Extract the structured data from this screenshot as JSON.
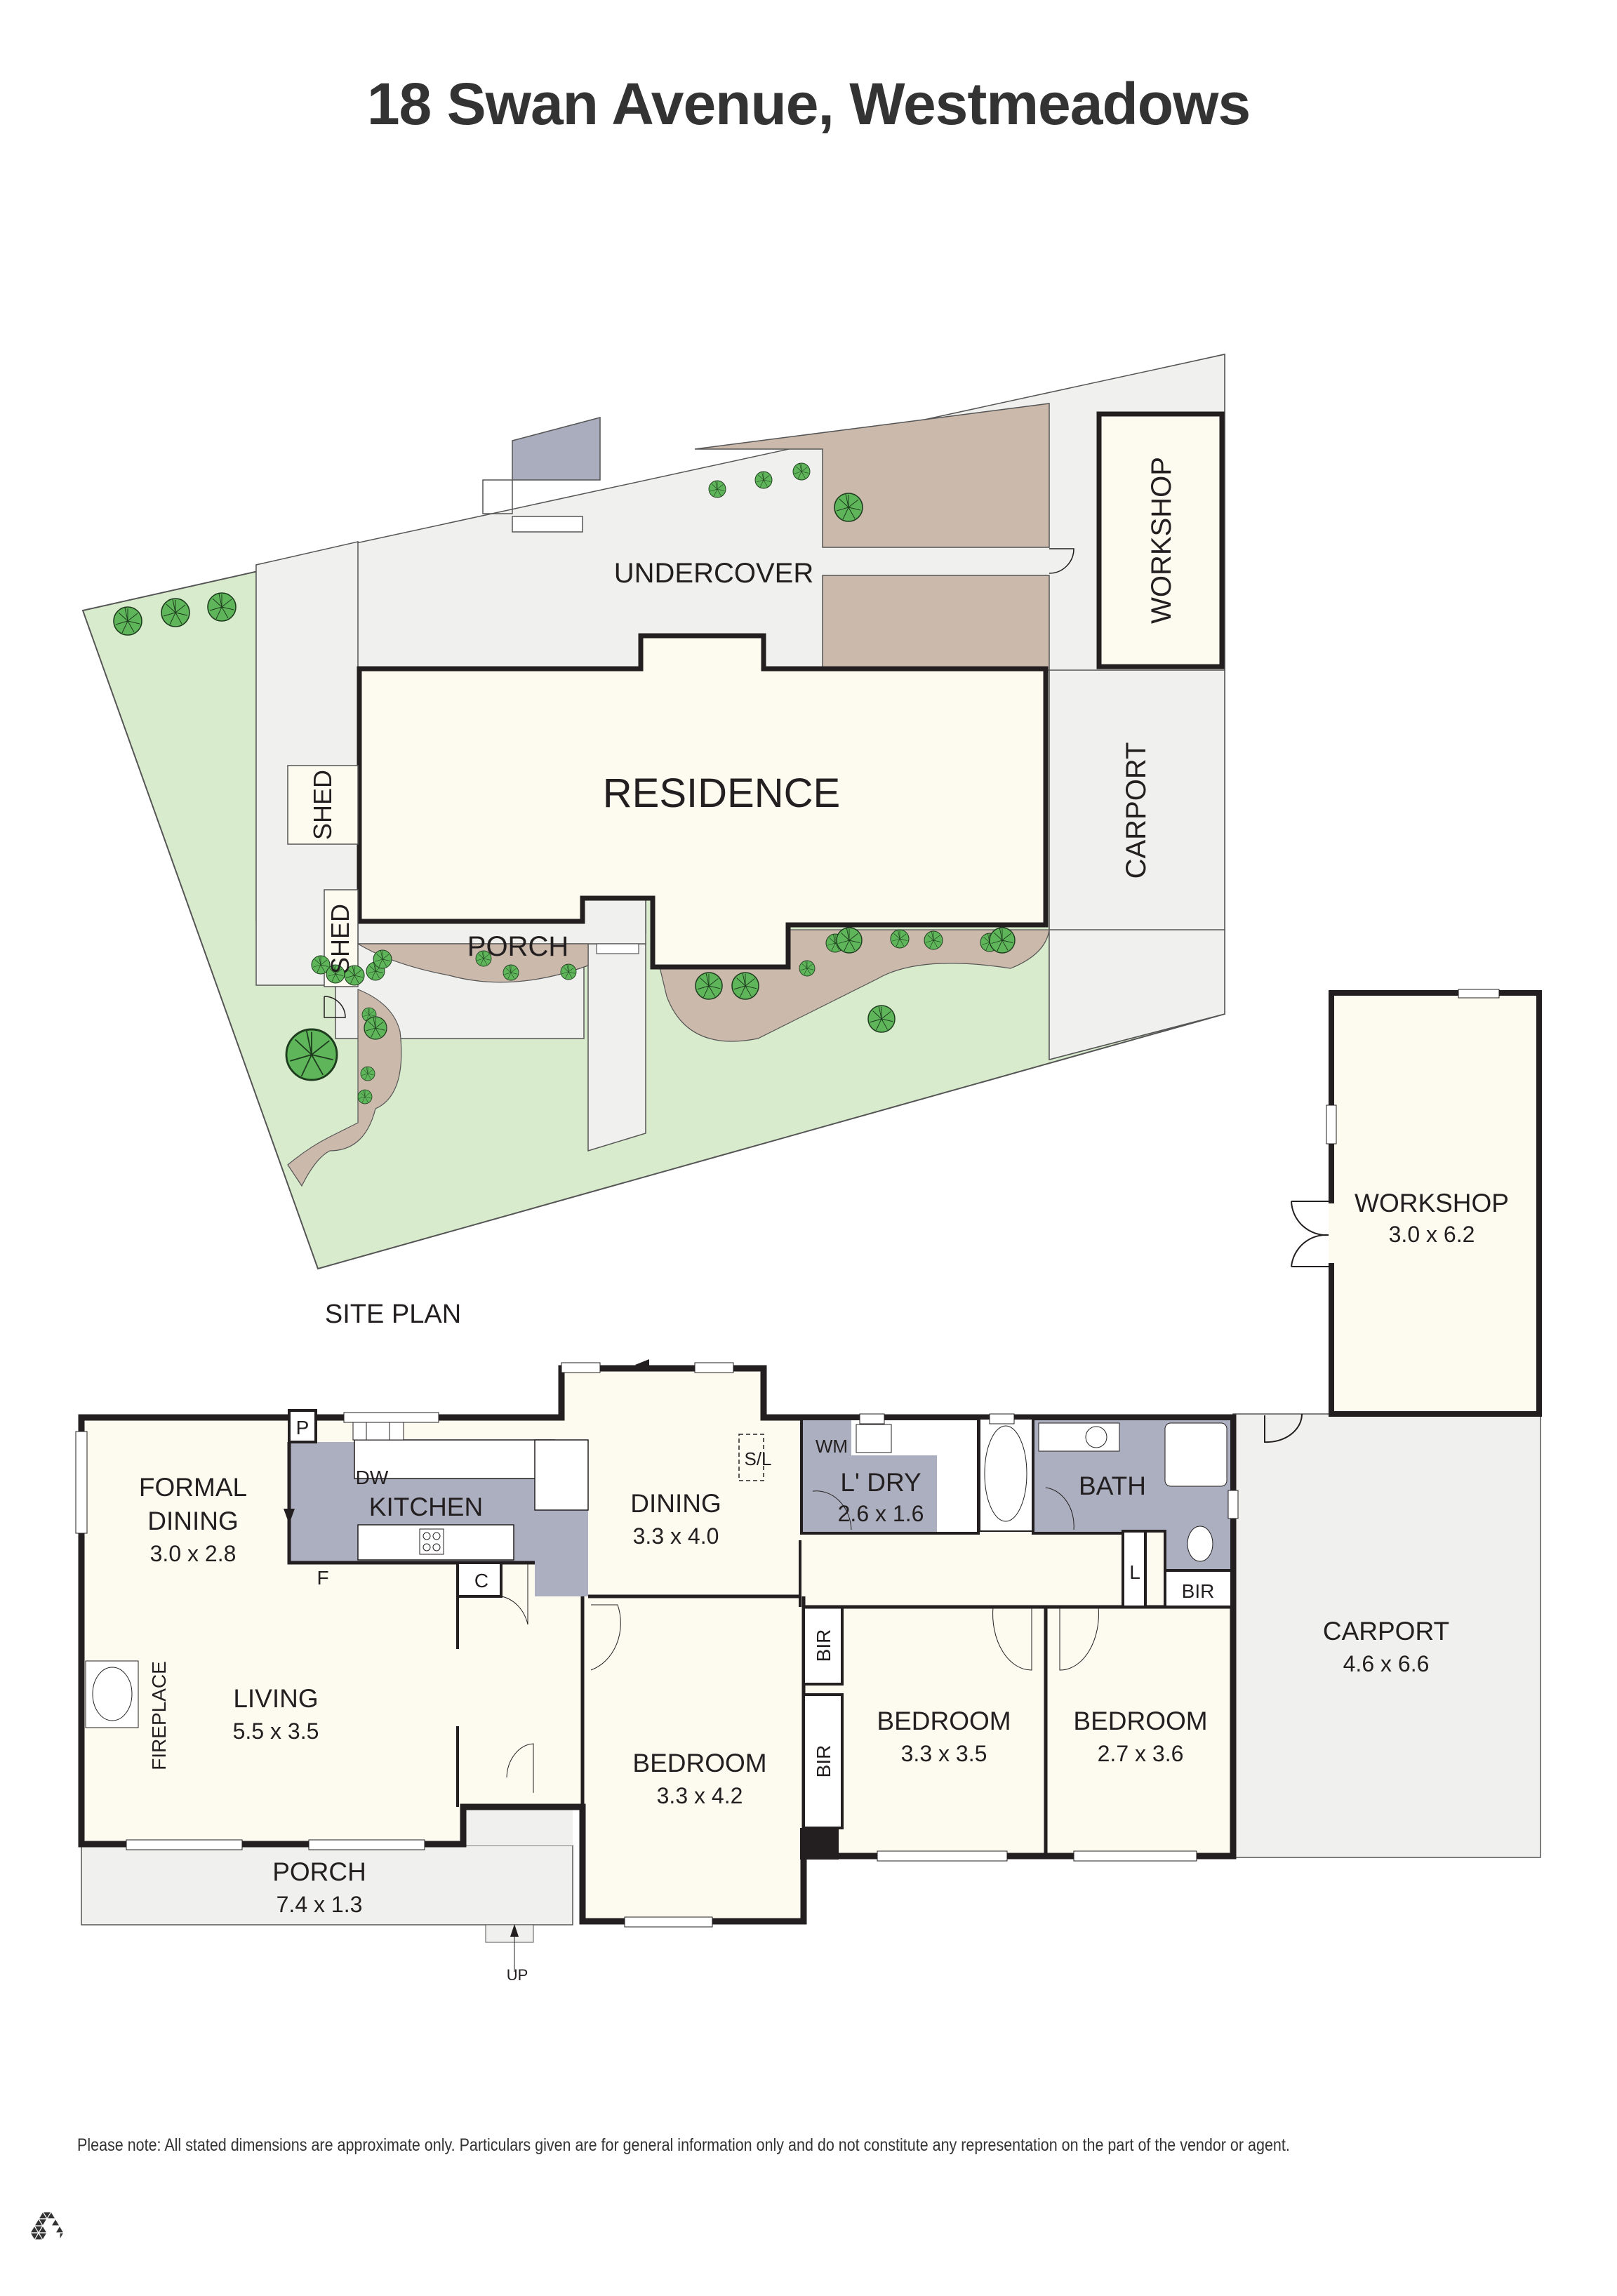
{
  "title": "18 Swan Avenue, Westmeadows",
  "colors": {
    "lawn": "#d9ebcd",
    "garden_bed": "#cbb9ab",
    "paving": "#f0f0ee",
    "interior": "#fdfaf0",
    "wet_area": "#acafbf",
    "walls": "#231f20",
    "tree": "#5fb55a",
    "shade_sail": "#a9adbd"
  },
  "site_plan": {
    "label": "SITE PLAN",
    "areas": {
      "residence": "RESIDENCE",
      "undercover": "UNDERCOVER",
      "workshop": "WORKSHOP",
      "carport": "CARPORT",
      "porch": "PORCH",
      "shed_1": "SHED",
      "shed_2": "SHED"
    }
  },
  "floor_plan": {
    "rooms": {
      "formal_dining": {
        "name_line1": "FORMAL",
        "name_line2": "DINING",
        "dims": "3.0 x 2.8"
      },
      "kitchen": {
        "name": "KITCHEN"
      },
      "living": {
        "name": "LIVING",
        "dims": "5.5 x 3.5"
      },
      "dining": {
        "name": "DINING",
        "dims": "3.3 x 4.0"
      },
      "laundry": {
        "name": "L' DRY",
        "dims": "2.6 x 1.6"
      },
      "bath": {
        "name": "BATH"
      },
      "bedroom_1": {
        "name": "BEDROOM",
        "dims": "3.3 x 4.2"
      },
      "bedroom_2": {
        "name": "BEDROOM",
        "dims": "3.3 x 3.5"
      },
      "bedroom_3": {
        "name": "BEDROOM",
        "dims": "2.7 x 3.6"
      },
      "porch": {
        "name": "PORCH",
        "dims": "7.4 x 1.3"
      },
      "workshop": {
        "name": "WORKSHOP",
        "dims": "3.0 x 6.2"
      },
      "carport": {
        "name": "CARPORT",
        "dims": "4.6 x 6.6"
      }
    },
    "fixtures": {
      "pantry": "P",
      "dishwasher": "DW",
      "fridge": "F",
      "cupboard": "C",
      "fireplace": "FIREPLACE",
      "skylight": "S/L",
      "washing_machine": "WM",
      "linen": "L",
      "bir_1": "BIR",
      "bir_2": "BIR",
      "bir_3": "BIR",
      "entry": "UP"
    }
  },
  "footer": {
    "disclaimer": "Please note: All stated dimensions are approximate only. Particulars given are for general information only and do not constitute any representation on the part of the vendor or agent.",
    "logo_icon": "triangle-logo"
  }
}
